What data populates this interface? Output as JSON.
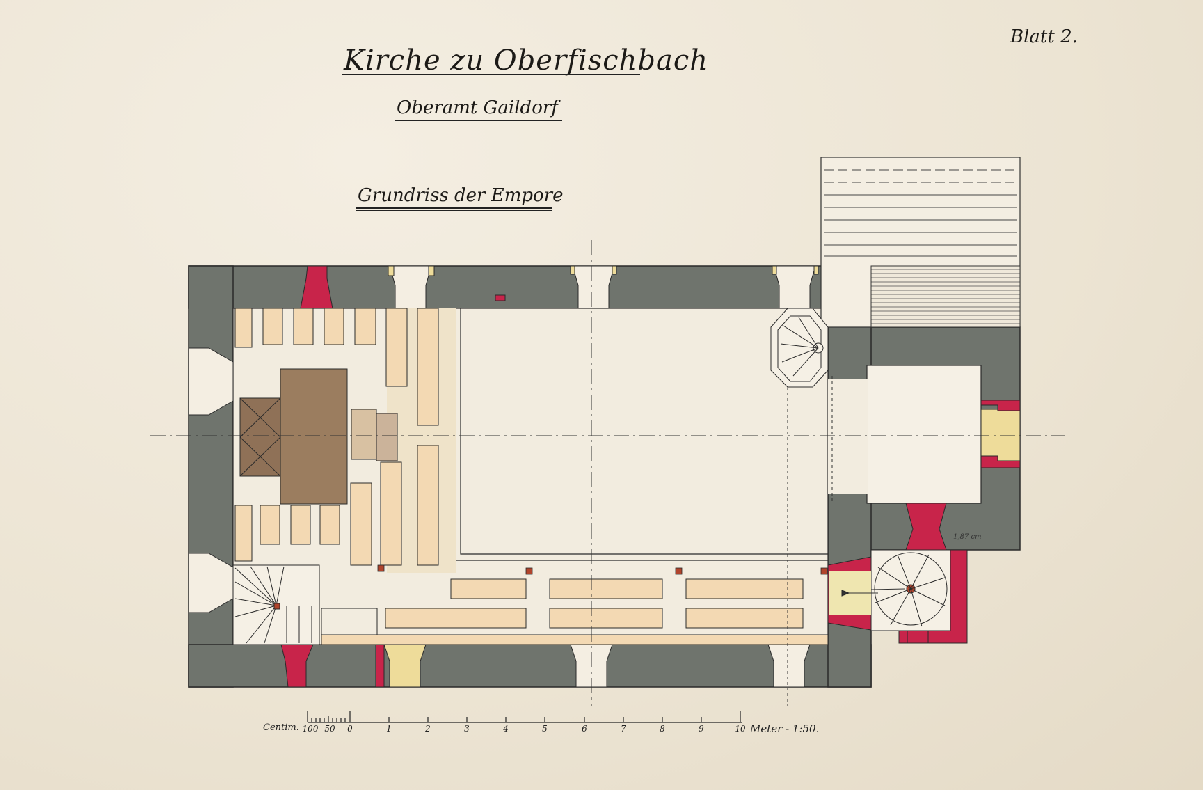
{
  "drawing": {
    "title": "Kirche zu Oberfischbach",
    "subtitle": "Oberamt Gaildorf",
    "caption": "Grundriss der Empore",
    "sheet_number": "Blatt 2.",
    "dimension_note": "1,87 cm"
  },
  "scale_bar": {
    "unit_left": "Centim.",
    "sub_ticks": [
      "100",
      "50",
      "0"
    ],
    "meter_ticks": [
      "1",
      "2",
      "3",
      "4",
      "5",
      "6",
      "7",
      "8",
      "9",
      "10"
    ],
    "unit_right": "Meter - 1:50."
  },
  "colors": {
    "paper": "#efe8da",
    "wall": "#6f746d",
    "brick_red": "#c8244a",
    "pew_light": "#f3d9b3",
    "pulpit": "#9b7d5f",
    "sandstone": "#eedc9a",
    "ink": "#1c1a17"
  }
}
